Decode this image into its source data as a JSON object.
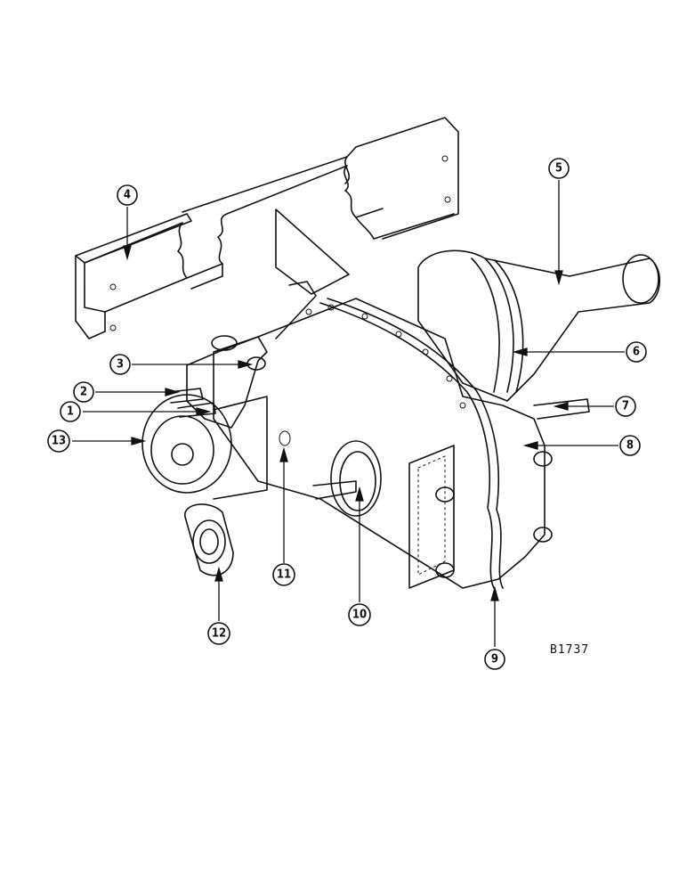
{
  "figure": {
    "reference_code": "B1737",
    "callouts": [
      {
        "id": "1",
        "label": "1"
      },
      {
        "id": "2",
        "label": "2"
      },
      {
        "id": "3",
        "label": "3"
      },
      {
        "id": "4",
        "label": "4"
      },
      {
        "id": "5",
        "label": "5"
      },
      {
        "id": "6",
        "label": "6"
      },
      {
        "id": "7",
        "label": "7"
      },
      {
        "id": "8",
        "label": "8"
      },
      {
        "id": "9",
        "label": "9"
      },
      {
        "id": "10",
        "label": "10"
      },
      {
        "id": "11",
        "label": "11"
      },
      {
        "id": "12",
        "label": "12"
      },
      {
        "id": "13",
        "label": "13"
      }
    ]
  }
}
